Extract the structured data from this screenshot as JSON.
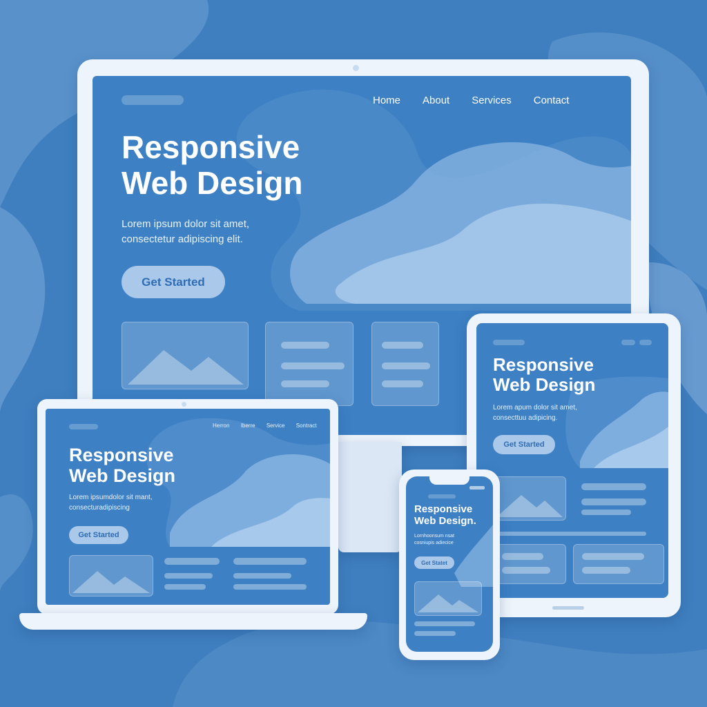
{
  "colors": {
    "background": "#3f7fbf",
    "screen": "#3d80c4",
    "frame": "#eef4fb",
    "button": "#a9c8ea",
    "button_text": "#2f6db2"
  },
  "monitor": {
    "nav": [
      "Home",
      "About",
      "Services",
      "Contact"
    ],
    "title_line1": "Responsive",
    "title_line2": "Web Design",
    "subtitle_line1": "Lorem ipsum dolor sit amet,",
    "subtitle_line2": "consectetur adipiscing elit.",
    "cta": "Get Started"
  },
  "laptop": {
    "nav": [
      "Herron",
      "Iberre",
      "Service",
      "Sontract"
    ],
    "title_line1": "Responsive",
    "title_line2": "Web Design",
    "subtitle_line1": "Lorem ipsumdolor sit mant,",
    "subtitle_line2": "consecturadipiscing",
    "cta": "Get Started"
  },
  "tablet": {
    "title_line1": "Responsive",
    "title_line2": "Web Design",
    "subtitle_line1": "Lorem apum dolor sit amet,",
    "subtitle_line2": "consecttuu adipicing.",
    "cta": "Get Started"
  },
  "phone": {
    "title_line1": "Responsive",
    "title_line2": "Web Design.",
    "subtitle_line1": "Lornhoonsum nsat",
    "subtitle_line2": "cosniupis adiecice",
    "cta": "Get Statet"
  },
  "icons": {
    "image_placeholder": "mountain-image-icon",
    "camera": "camera-dot-icon"
  }
}
